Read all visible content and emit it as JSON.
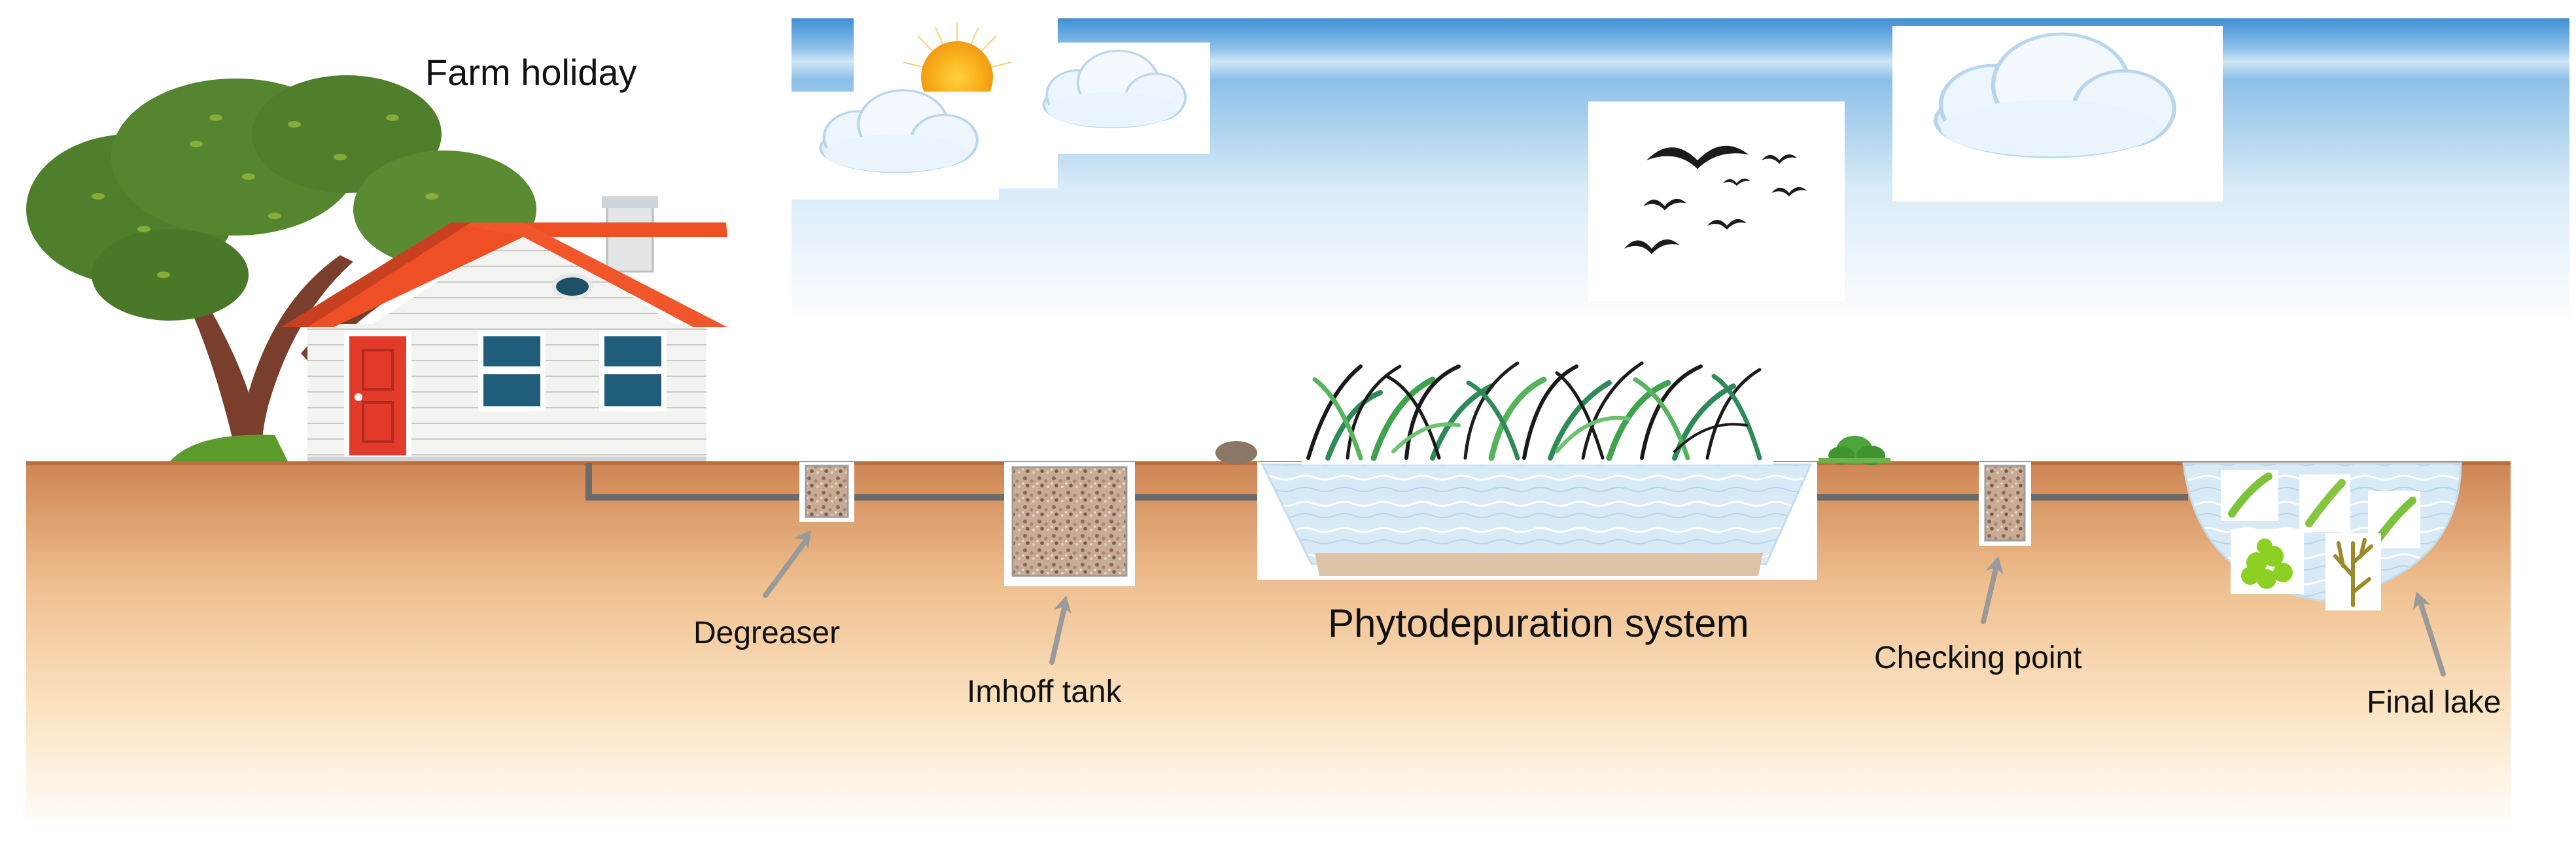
{
  "diagram": {
    "title": "Farm holiday",
    "components": {
      "degreaser": "Degreaser",
      "imhoff_tank": "Imhoff tank",
      "phytodepuration": "Phytodepuration system",
      "checking_point": "Checking point",
      "final_lake": "Final lake"
    }
  },
  "colors": {
    "sky_top": "#3e8fd6",
    "sky_bottom": "#ffffff",
    "ground_top": "#cd8452",
    "ground_bottom": "#fffbf6",
    "pipe": "#6b6b6b",
    "roof": "#ee4f24",
    "door": "#e23b2a",
    "tree_canopy": "#4f7f2c",
    "gravel": "#b08f76",
    "water": "#d4e7f6"
  },
  "icons": [
    "sun-icon",
    "cloud-icon",
    "birds-icon",
    "house-icon",
    "tree-icon",
    "plants-icon",
    "algae-icon",
    "arrow-icon"
  ]
}
